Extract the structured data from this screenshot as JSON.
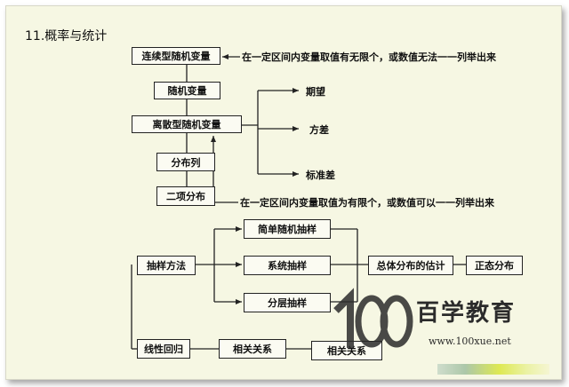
{
  "title": "11.概率与统计",
  "boxes": {
    "continuous": "连续型随机变量",
    "random_var": "随机变量",
    "discrete": "离散型随机变量",
    "distribution": "分布列",
    "binomial": "二项分布",
    "simple_sampling": "简单随机抽样",
    "sampling_method": "抽样方法",
    "systematic": "系统抽样",
    "stratified": "分层抽样",
    "population_estimate": "总体分布的估计",
    "normal": "正态分布",
    "linear_regression": "线性回归",
    "correlation1": "相关关系",
    "correlation2": "相关关系"
  },
  "labels": {
    "continuous_note": "在一定区间内变量取值有无限个，或数值无法一一列举出来",
    "discrete_note": "在一定区间内变量取值为有限个，或数值可以一一列举出来",
    "expectation": "期望",
    "variance": "方差",
    "std_dev": "标准差"
  },
  "watermark": {
    "logo": "100",
    "brand": "百学教育",
    "url": "www.100xue.net"
  }
}
